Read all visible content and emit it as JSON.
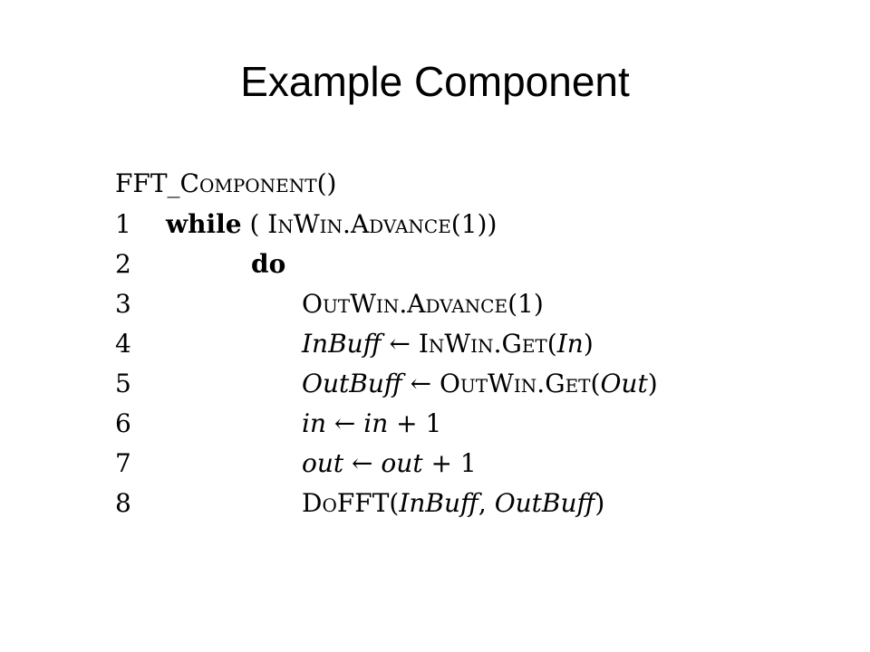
{
  "slide": {
    "title": "Example Component"
  },
  "algorithm": {
    "name_prefix": "FFT",
    "name_sep": "_",
    "name_smallcaps": "Component",
    "name_suffix": "()",
    "lines": [
      {
        "num": "1",
        "indent": 0,
        "segments": [
          {
            "text": "while",
            "style": "kw"
          },
          {
            "text": " ( ",
            "style": "rm"
          },
          {
            "text": "InWin",
            "style": "sc"
          },
          {
            "text": ".",
            "style": "rm"
          },
          {
            "text": "Advance",
            "style": "sc"
          },
          {
            "text": "(1))",
            "style": "rm"
          }
        ]
      },
      {
        "num": "2",
        "indent": 1,
        "segments": [
          {
            "text": "do",
            "style": "kw"
          }
        ]
      },
      {
        "num": "3",
        "indent": 2,
        "segments": [
          {
            "text": "OutWin",
            "style": "sc"
          },
          {
            "text": ".",
            "style": "rm"
          },
          {
            "text": "Advance",
            "style": "sc"
          },
          {
            "text": "(1)",
            "style": "rm"
          }
        ]
      },
      {
        "num": "4",
        "indent": 2,
        "segments": [
          {
            "text": "InBuff",
            "style": "it"
          },
          {
            "text": " ← ",
            "style": "rm"
          },
          {
            "text": "InWin",
            "style": "sc"
          },
          {
            "text": ".",
            "style": "rm"
          },
          {
            "text": "Get",
            "style": "sc"
          },
          {
            "text": "(",
            "style": "rm"
          },
          {
            "text": "In",
            "style": "it"
          },
          {
            "text": ")",
            "style": "rm"
          }
        ]
      },
      {
        "num": "5",
        "indent": 2,
        "segments": [
          {
            "text": "OutBuff",
            "style": "it"
          },
          {
            "text": " ← ",
            "style": "rm"
          },
          {
            "text": "OutWin",
            "style": "sc"
          },
          {
            "text": ".",
            "style": "rm"
          },
          {
            "text": "Get",
            "style": "sc"
          },
          {
            "text": "(",
            "style": "rm"
          },
          {
            "text": "Out",
            "style": "it"
          },
          {
            "text": ")",
            "style": "rm"
          }
        ]
      },
      {
        "num": "6",
        "indent": 2,
        "segments": [
          {
            "text": "in",
            "style": "it"
          },
          {
            "text": " ← ",
            "style": "rm"
          },
          {
            "text": "in",
            "style": "it"
          },
          {
            "text": " + 1",
            "style": "rm"
          }
        ]
      },
      {
        "num": "7",
        "indent": 2,
        "segments": [
          {
            "text": "out",
            "style": "it"
          },
          {
            "text": " ← ",
            "style": "rm"
          },
          {
            "text": "out",
            "style": "it"
          },
          {
            "text": " + 1",
            "style": "rm"
          }
        ]
      },
      {
        "num": "8",
        "indent": 2,
        "segments": [
          {
            "text": "DoFFT",
            "style": "sc"
          },
          {
            "text": "(",
            "style": "rm"
          },
          {
            "text": "InBuff",
            "style": "it"
          },
          {
            "text": ", ",
            "style": "rm"
          },
          {
            "text": "OutBuff",
            "style": "it"
          },
          {
            "text": ")",
            "style": "rm"
          }
        ]
      }
    ]
  }
}
